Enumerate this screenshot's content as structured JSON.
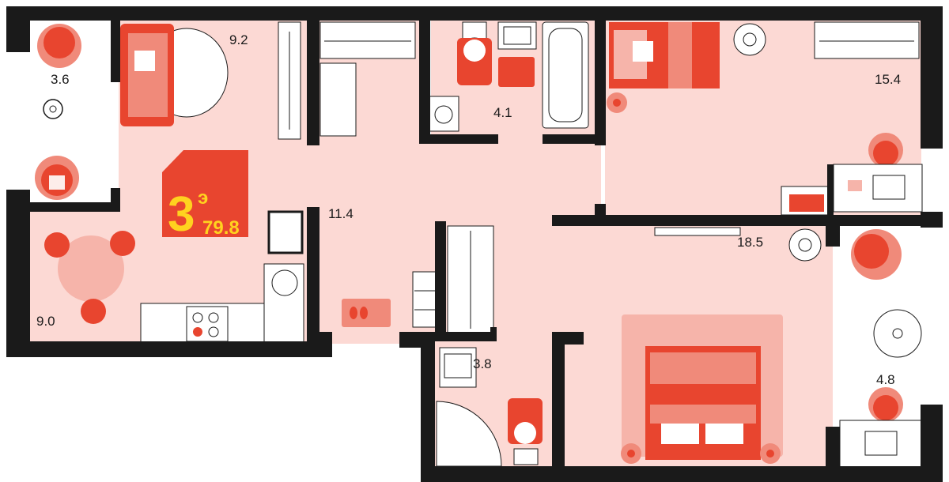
{
  "colors": {
    "floor": "#fcd9d4",
    "balcony": "#ffffff",
    "wall": "#1a1a1a",
    "accent": "#e8452f",
    "accent_light": "#f08a7a",
    "accent_soft": "#f6b4aa",
    "badge": "#e8452f",
    "badge_text": "#ffd21f",
    "white": "#ffffff"
  },
  "badge": {
    "rooms": "3",
    "suffix": "э",
    "area": "79.8"
  },
  "rooms": [
    {
      "id": "balcony-left",
      "label": "3.6"
    },
    {
      "id": "living-room",
      "label": "9.2"
    },
    {
      "id": "hallway",
      "label": "11.4"
    },
    {
      "id": "kitchen",
      "label": "9.0"
    },
    {
      "id": "bathroom-top",
      "label": "4.1"
    },
    {
      "id": "bedroom-top",
      "label": "15.4"
    },
    {
      "id": "bedroom-main",
      "label": "18.5"
    },
    {
      "id": "bathroom-bottom",
      "label": "3.8"
    },
    {
      "id": "balcony-right",
      "label": "4.8"
    }
  ],
  "icons": [
    "armchair-icon",
    "table-icon",
    "sofa-icon",
    "round-rug-icon",
    "wardrobe-icon",
    "toilet-icon",
    "sink-icon",
    "bathtub-icon",
    "washing-machine-icon",
    "bed-icon",
    "plant-icon",
    "desk-icon",
    "chair-icon",
    "dining-table-icon",
    "stove-icon",
    "shower-icon",
    "shoe-rack-icon",
    "doormat-icon",
    "double-bed-icon",
    "air-conditioner-icon"
  ]
}
